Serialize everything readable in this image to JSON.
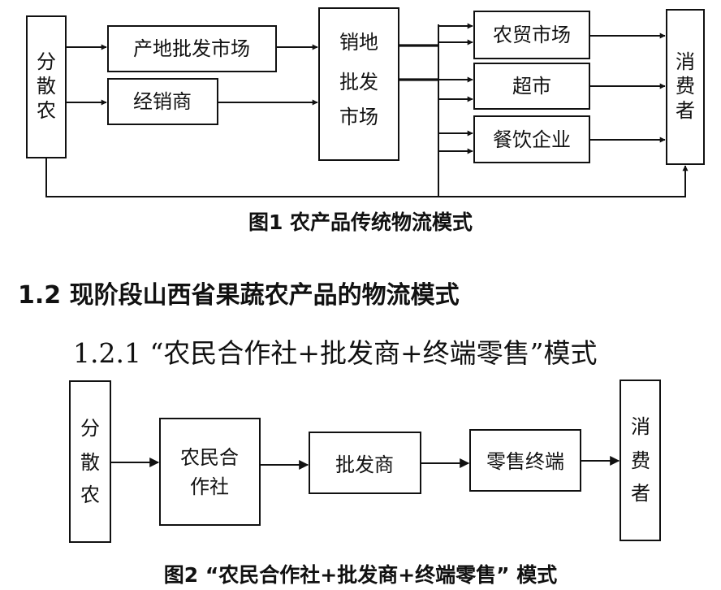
{
  "figure1": {
    "caption": "图1  农产品传统物流模式",
    "boxes": {
      "farmer": [
        "分",
        "散",
        "农"
      ],
      "origin_market": "产地批发市场",
      "distributor": "经销商",
      "sales_market": [
        "销地",
        "批发",
        "市场"
      ],
      "farmers_market": "农贸市场",
      "supermarket": "超市",
      "catering": "餐饮企业",
      "consumer": [
        "消",
        "费",
        "者"
      ]
    }
  },
  "section_heading": "1.2  现阶段山西省果蔬农产品的物流模式",
  "subsection_heading": "1.2.1 “农民合作社+批发商+终端零售”模式",
  "figure2": {
    "caption": "图2  “农民合作社+批发商+终端零售” 模式",
    "boxes": {
      "farmer": [
        "分",
        "散",
        "农"
      ],
      "cooperative": [
        "农民合",
        "作社"
      ],
      "wholesaler": "批发商",
      "retail_terminal": "零售终端",
      "consumer": [
        "消",
        "费",
        "者"
      ]
    }
  }
}
